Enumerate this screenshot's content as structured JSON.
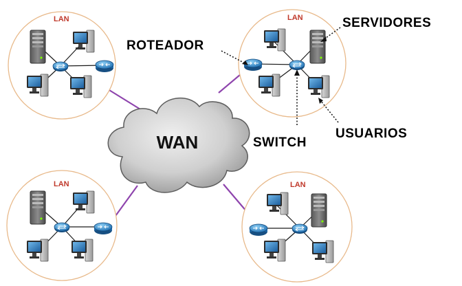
{
  "diagram": {
    "wan_label": "WAN",
    "lan_label": "LAN",
    "callouts": {
      "servidores": "SERVIDORES",
      "roteador": "ROTEADOR",
      "switch": "SWITCH",
      "usuarios": "USUARIOS"
    }
  },
  "colors": {
    "lan_ring": "#e8b98a",
    "wan_link": "#8e44ad",
    "device_link": "#1a1a1a",
    "cloud_fill": "#cfcfcf",
    "lan_label": "#c0392b",
    "device_blue": "#2e86c1"
  },
  "icons": [
    "server-icon",
    "desktop-pc-icon",
    "switch-icon",
    "router-icon",
    "cloud-icon"
  ]
}
